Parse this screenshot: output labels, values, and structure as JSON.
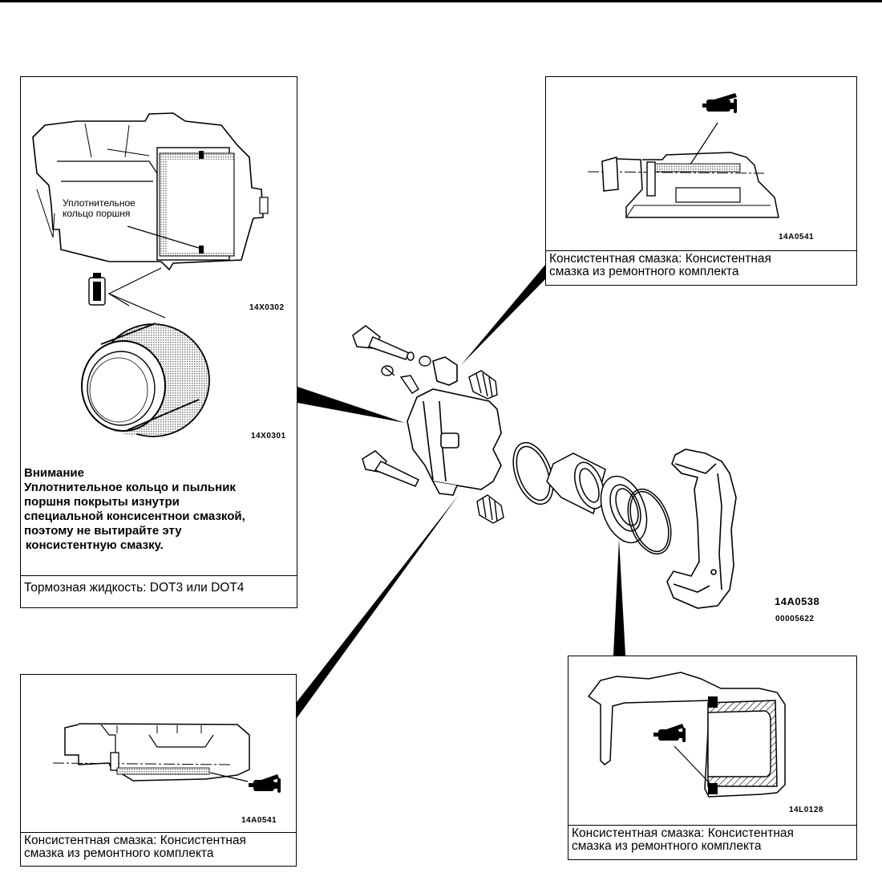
{
  "page": {
    "type": "service-manual-illustration",
    "subject": "brake-caliper-exploded-view"
  },
  "panel_top_left": {
    "callout_label": "Уплотнительное кольцо поршня",
    "callout_label_line1": "Уплотнительное",
    "callout_label_line2": "кольцо поршня",
    "figure_code_1": "14X0302",
    "figure_code_2": "14X0301",
    "warning_title": "Внимание",
    "warning_lines": [
      "Уплотнительное кольцо  и пыльник",
      "поршня  покрыты изнутри",
      "специальной  консисентнои смазкой,",
      "поэтому не  вытирайте эту",
      "консистентную смазку."
    ],
    "caption": "Тормозная жидкость: DOT3 или DOT4",
    "icons": [
      "grease-tube-icon"
    ]
  },
  "panel_top_right": {
    "figure_code": "14A0541",
    "caption_line1": "Консистентная смазка: Консистентная",
    "caption_line2": "смазка из ремонтного комплекта",
    "icons": [
      "grease-gun-icon"
    ]
  },
  "panel_bottom_left": {
    "figure_code": "14A0541",
    "caption_line1": "Консистентная смазка: Консистентная",
    "caption_line2": "смазка из ремонтного комплекта",
    "icons": [
      "grease-gun-icon"
    ]
  },
  "panel_bottom_right": {
    "figure_code": "14L0128",
    "caption_line1": "Консистентная смазка: Консистентная",
    "caption_line2": "смазка из ремонтного комплекта",
    "icons": [
      "grease-gun-icon"
    ]
  },
  "main_figure": {
    "figure_code": "14A0538",
    "document_code": "00005622",
    "parts": [
      "guide-pin-upper",
      "guide-pin-lower",
      "bushing",
      "bleeder-screw",
      "bleeder-cap",
      "boot-upper",
      "boot-lower",
      "caliper-body",
      "piston-seal",
      "piston",
      "piston-boot",
      "boot-ring",
      "caliper-support"
    ]
  }
}
